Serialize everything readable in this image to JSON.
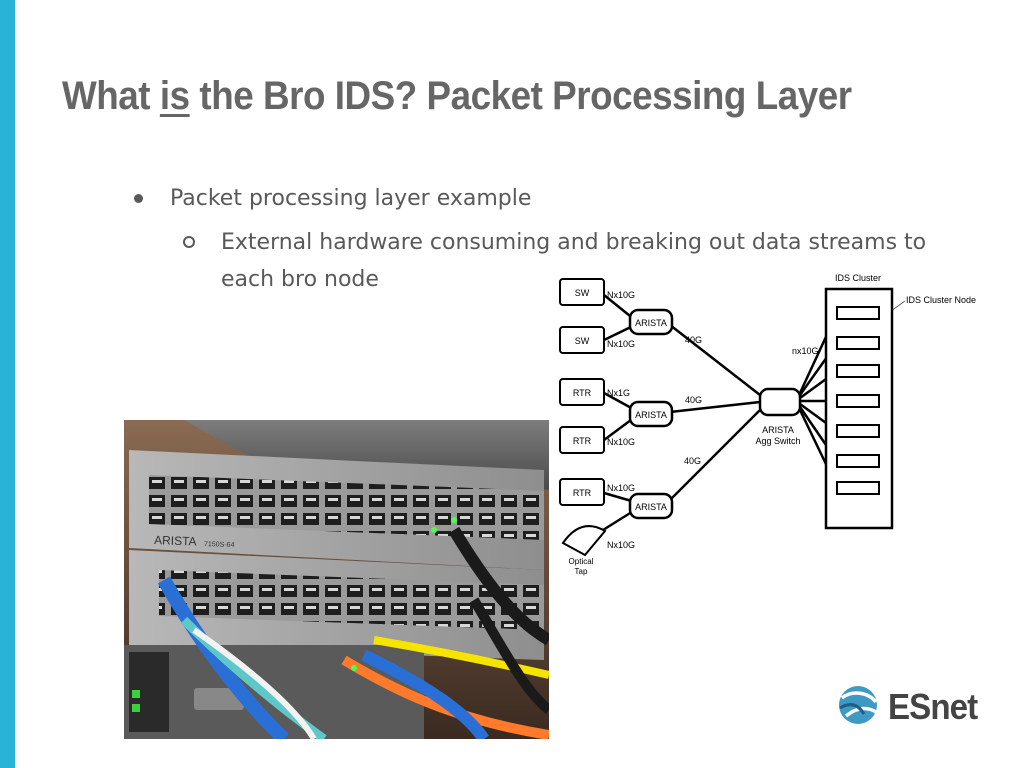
{
  "slide": {
    "title_pre": "What ",
    "title_emph": "is",
    "title_post": " the Bro IDS? Packet Processing Layer",
    "bullet1": "Packet processing layer example",
    "bullet2": "External hardware consuming and breaking out data streams to each bro node"
  },
  "colors": {
    "accent": "#29b3d6",
    "title": "#666666",
    "body": "#595959"
  },
  "diagram": {
    "cluster_label": "IDS Cluster",
    "node_label": "IDS Cluster Node",
    "sw1": "SW",
    "sw2": "SW",
    "rtr1": "RTR",
    "rtr2": "RTR",
    "rtr3": "RTR",
    "arista1": "ARISTA",
    "arista2": "ARISTA",
    "arista3": "ARISTA",
    "link_nx10g_1": "Nx10G",
    "link_nx10g_2": "Nx10G",
    "link_nx1g": "Nx1G",
    "link_nx10g_3": "Nx10G",
    "link_nx10g_4": "Nx10G",
    "link_nx10g_5": "Nx10G",
    "uplink1": "40G",
    "uplink2": "40G",
    "uplink3": "40G",
    "cluster_link": "nx10G",
    "agg_label_1": "ARISTA",
    "agg_label_2": "Agg Switch",
    "tap_label_1": "Optical",
    "tap_label_2": "Tap"
  },
  "photo": {
    "brand_text": "ARISTA",
    "model_text": "7150S-64"
  },
  "logo": {
    "text": "ESnet"
  }
}
